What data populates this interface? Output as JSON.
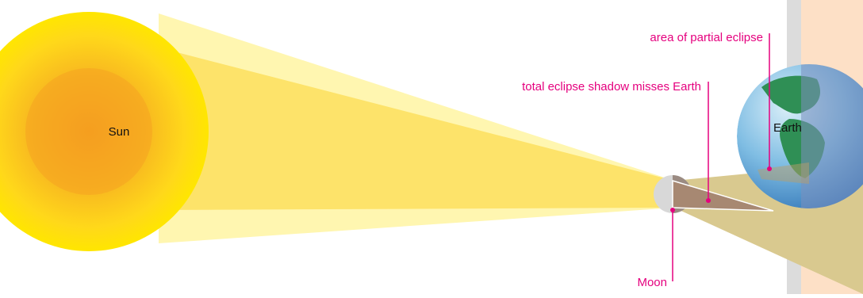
{
  "labels": {
    "sun": "Sun",
    "earth": "Earth",
    "moon": "Moon",
    "partial": "area of partial eclipse",
    "total": "total eclipse shadow misses Earth"
  },
  "colors": {
    "annotation": "#e5007e",
    "background_strip": "#fde0c6",
    "strip_shadow": "#dcdcdc",
    "sun_outer": "#ffe600",
    "sun_inner": "#f39a1e",
    "light_cone": "#fde36a",
    "light_cone_pale": "#fff6b0",
    "earth_ocean": "#63a9d6",
    "earth_land": "#2f8f55",
    "moon": "#d8d8d8",
    "umbra": "#a78872",
    "penumbra": "#d9c98f"
  }
}
